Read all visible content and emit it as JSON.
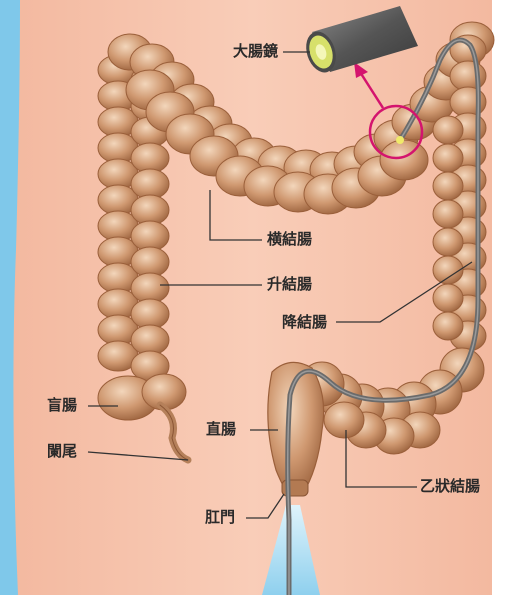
{
  "labels": {
    "colonoscope": "大腸鏡",
    "transverse_colon": "横結腸",
    "ascending_colon": "升結腸",
    "descending_colon": "降結腸",
    "cecum": "盲腸",
    "appendix": "闌尾",
    "rectum": "直腸",
    "sigmoid_colon": "乙狀結腸",
    "anus": "肛門"
  },
  "colors": {
    "body_skin": "#f7c6b0",
    "side_background": "#7fc8ea",
    "colon_fill": "#c98d62",
    "colon_shade": "#9a5f3a",
    "colon_highlight": "#f0d2b4",
    "scope_tube": "#6b6b6b",
    "scope_tip": "#d7e06a",
    "highlight_ring": "#d4146e",
    "leader_line": "#333333"
  }
}
